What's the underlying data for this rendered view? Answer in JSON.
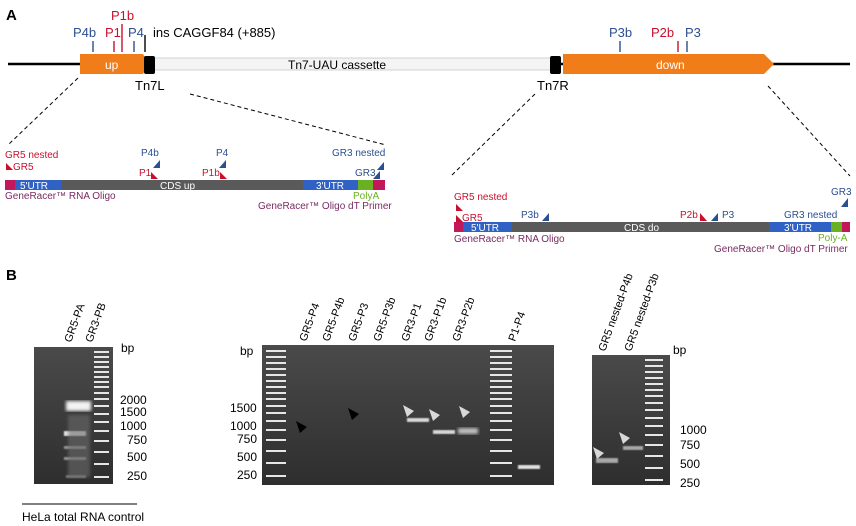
{
  "panels": {
    "A": "A",
    "B": "B"
  },
  "colors": {
    "red": "#c8102e",
    "blue": "#2b4f8f",
    "orange": "#f07d1a",
    "gray_cds": "#5a5a5a",
    "utr_blue": "#2f62c4",
    "magenta": "#c2185b",
    "green": "#6ab023",
    "purple": "#7a2b62"
  },
  "panel_a": {
    "primers_top_left": {
      "p4b": "P4b",
      "p1": "P1",
      "p1b": "P1b",
      "p4": "P4"
    },
    "insertion": "ins CAGGF84  (+885)",
    "primers_top_right": {
      "p3b": "P3b",
      "p2b": "P2b",
      "p3": "P3"
    },
    "up": "up",
    "cassette": "Tn7-UAU cassette",
    "down": "down",
    "tn7l": "Tn7L",
    "tn7r": "Tn7R",
    "left_detail": {
      "gr5_nested": "GR5  nested",
      "gr5": "GR5",
      "p4b": "P4b",
      "p4": "P4",
      "gr3_nested": "GR3  nested",
      "p1": "P1",
      "p1b": "P1b",
      "gr3": "GR3",
      "utr5": "5'UTR",
      "cds": "CDS up",
      "utr3": "3'UTR",
      "polya": "PolyA",
      "rna_oligo": "GeneRacer™ RNA Oligo",
      "odt_primer": "GeneRacer™ Oligo dT Primer"
    },
    "right_detail": {
      "gr3_top": "GR3",
      "gr5_nested": "GR5  nested",
      "gr5": "GR5",
      "p3b": "P3b",
      "p2b": "P2b",
      "p3": "P3",
      "gr3_nested": "GR3  nested",
      "utr5": "5'UTR",
      "cds": "CDS do",
      "utr3": "3'UTR",
      "polya": "Poly-A",
      "rna_oligo": "GeneRacer™ RNA Oligo",
      "odt_primer": "GeneRacer™ Oligo dT Primer"
    }
  },
  "panel_b": {
    "gel1": {
      "lanes": [
        "GR5-PA",
        "GR3-PB"
      ],
      "bp": "bp",
      "ladder": [
        "2000",
        "1500",
        "1000",
        "750",
        "500",
        "250"
      ],
      "caption": "HeLa total RNA control"
    },
    "gel2": {
      "bp": "bp",
      "lanes": [
        "GR5-P4",
        "GR5-P4b",
        "GR5-P3",
        "GR5-P3b",
        "GR3-P1",
        "GR3-P1b",
        "GR3-P2b",
        "P1-P4"
      ],
      "ladder": [
        "1500",
        "1000",
        "750",
        "500",
        "250"
      ]
    },
    "gel3": {
      "lanes": [
        "GR5 nested-P4b",
        "GR5 nested-P3b"
      ],
      "bp": "bp",
      "ladder": [
        "1000",
        "750",
        "500",
        "250"
      ]
    }
  }
}
